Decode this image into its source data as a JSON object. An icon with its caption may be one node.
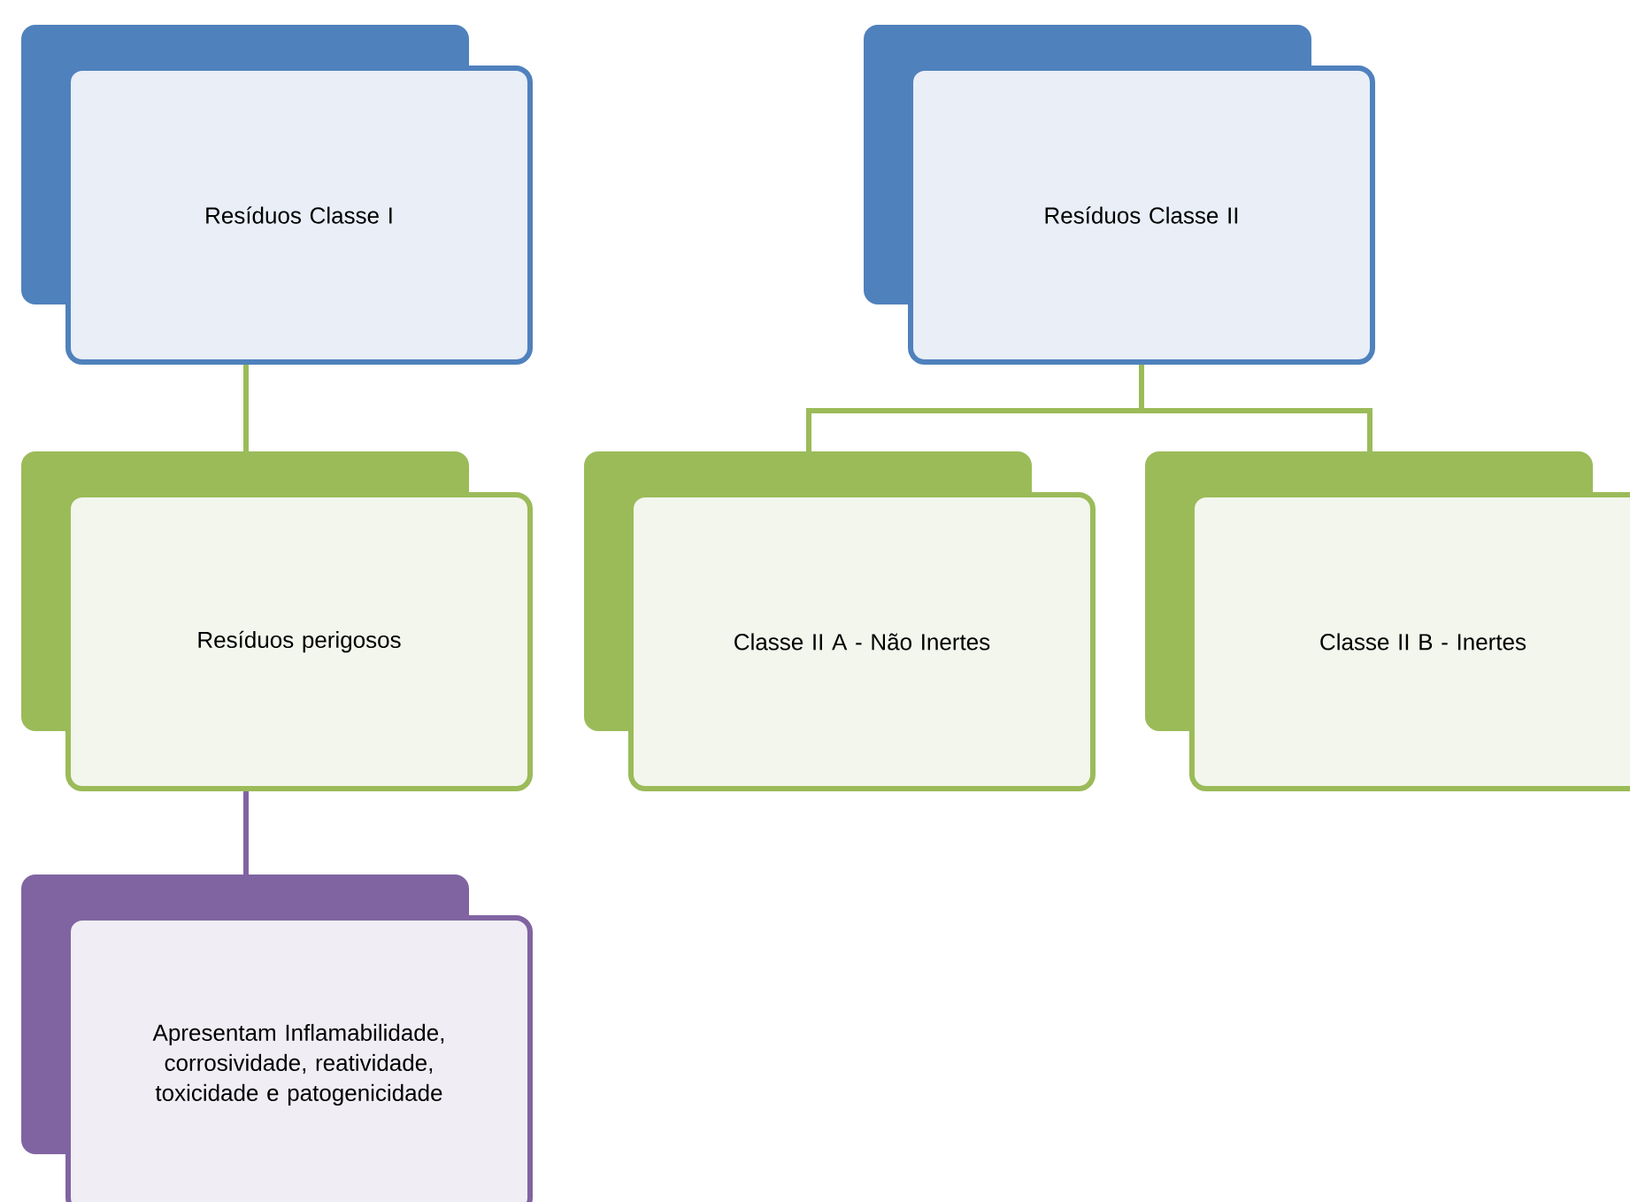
{
  "diagram": {
    "nodes": [
      {
        "text": [
          "Resíduos Classe I"
        ]
      },
      {
        "text": [
          "Resíduos perigosos"
        ]
      },
      {
        "text": [
          "Apresentam Inflamabilidade, corrosividade, reatividade, toxicidade e patogenicidade"
        ]
      },
      {
        "text": [
          "Resíduos Classe II"
        ]
      },
      {
        "text": [
          "Classe II A - Não Inertes"
        ]
      },
      {
        "text": [
          "Classe II B - Inertes"
        ]
      }
    ],
    "edges": [
      {
        "from": 0,
        "to": 1,
        "arrow": "none"
      },
      {
        "from": 1,
        "to": 2,
        "arrow": "none",
        "color": "#8064a2"
      },
      {
        "from": 3,
        "to": 4,
        "arrow": "none"
      },
      {
        "from": 3,
        "to": 5,
        "arrow": "none"
      }
    ]
  }
}
